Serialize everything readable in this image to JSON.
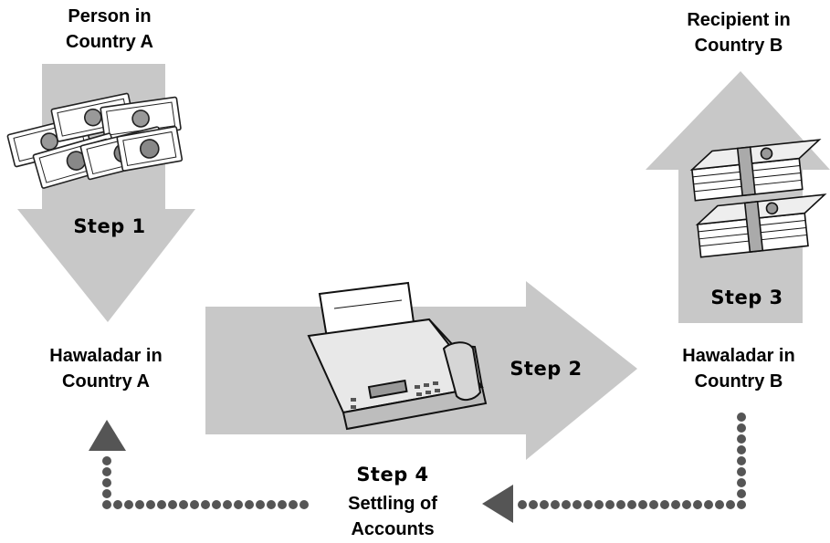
{
  "nodes": {
    "person_a": {
      "line1": "Person in",
      "line2": "Country A"
    },
    "hawaladar_a": {
      "line1": "Hawaladar in",
      "line2": "Country A"
    },
    "hawaladar_b": {
      "line1": "Hawaladar in",
      "line2": "Country B"
    },
    "recipient_b": {
      "line1": "Recipient in",
      "line2": "Country B"
    }
  },
  "steps": {
    "step1": "Step 1",
    "step2": "Step 2",
    "step3": "Step 3",
    "step4": "Step 4",
    "step4_caption_line1": "Settling of",
    "step4_caption_line2": "Accounts"
  },
  "colors": {
    "arrow_fill": "#c8c8c8",
    "dots": "#555555",
    "money_fill": "#ffffff",
    "money_stroke": "#222222"
  },
  "icons": {
    "step1": "banknotes-icon",
    "step2": "fax-machine-icon",
    "step3": "money-stacks-icon",
    "step4": "dotted-return-arrow"
  }
}
